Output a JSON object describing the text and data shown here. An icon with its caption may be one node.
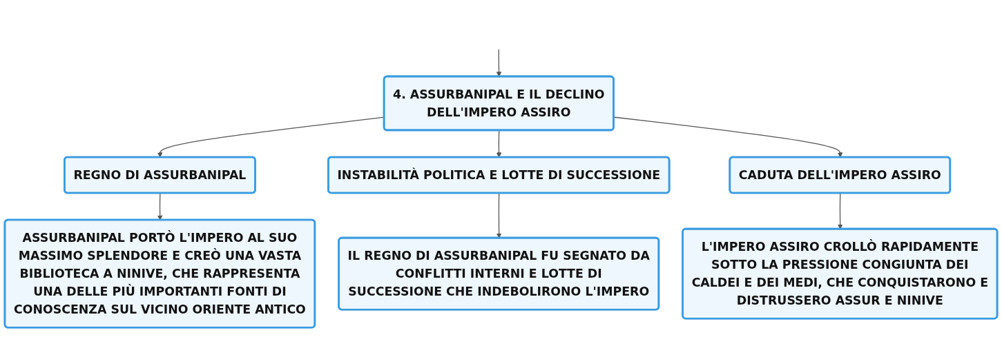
{
  "diagram": {
    "nodes": [
      {
        "text": [
          "4. ASSURBANIPAL E IL DECLINO DELL'IMPERO ASSIRO"
        ]
      },
      {
        "text": [
          "REGNO DI ASSURBANIPAL"
        ]
      },
      {
        "text": [
          "INSTABILITÀ POLITICA E LOTTE DI SUCCESSIONE"
        ]
      },
      {
        "text": [
          "CADUTA DELL'IMPERO ASSIRO"
        ]
      },
      {
        "text": [
          "ASSURBANIPAL PORTÒ L'IMPERO AL SUO MASSIMO SPLENDORE E CREÒ UNA VASTA BIBLIOTECA A NINIVE, CHE RAPPRESENTA UNA DELLE PIÙ IMPORTANTI FONTI DI CONOSCENZA SUL VICINO ORIENTE ANTICO"
        ]
      },
      {
        "text": [
          "IL REGNO DI ASSURBANIPAL FU SEGNATO DA CONFLITTI INTERNI E LOTTE DI SUCCESSIONE CHE INDEBOLIRONO L'IMPERO"
        ]
      },
      {
        "text": [
          "L'IMPERO ASSIRO CROLLÒ RAPIDAMENTE SOTTO LA PRESSIONE CONGIUNTA DEI CALDEI E DEI MEDI, CHE CONQUISTARONO E DISTRUSSERO ASSUR E NINIVE"
        ]
      }
    ],
    "edges": [
      {
        "from": null,
        "to": 0,
        "arrow": "to"
      },
      {
        "from": 0,
        "to": 1,
        "arrow": "to"
      },
      {
        "from": 0,
        "to": 2,
        "arrow": "to"
      },
      {
        "from": 0,
        "to": 3,
        "arrow": "to"
      },
      {
        "from": 1,
        "to": 4,
        "arrow": "to"
      },
      {
        "from": 2,
        "to": 5,
        "arrow": "to"
      },
      {
        "from": 3,
        "to": 6,
        "arrow": "to"
      }
    ]
  }
}
